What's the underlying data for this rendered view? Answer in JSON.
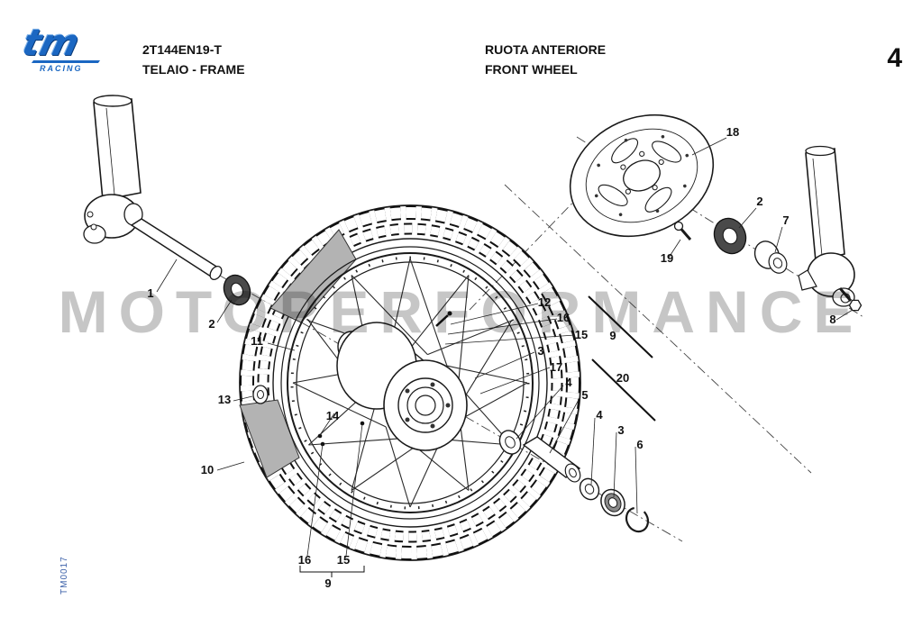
{
  "header": {
    "logo_text": "tm",
    "logo_sub": "RACING",
    "doc_code": "2T144EN19-T",
    "section": "TELAIO - FRAME",
    "title_primary": "RUOTA ANTERIORE",
    "title_secondary": "FRONT WHEEL",
    "page_number": "4"
  },
  "watermark": "MOTOPERFORMANCE",
  "drawing_ref": "TM0017",
  "colors": {
    "logo_blue": "#1b67c2",
    "line_black": "#1a1a1a",
    "watermark_gray": "#c6c6c6",
    "ref_blue": "#3a5fa8",
    "patch_gray": "#b3b3b3"
  },
  "diagram": {
    "description": "Exploded parts view of motorcycle front wheel assembly",
    "callouts": [
      {
        "id": "c1",
        "label": "1"
      },
      {
        "id": "c2",
        "label": "2"
      },
      {
        "id": "c3",
        "label": "11"
      },
      {
        "id": "c4",
        "label": "13"
      },
      {
        "id": "c5",
        "label": "14"
      },
      {
        "id": "c6",
        "label": "10"
      },
      {
        "id": "c7",
        "label": "16"
      },
      {
        "id": "c8",
        "label": "15"
      },
      {
        "id": "c9",
        "label": "9"
      },
      {
        "id": "c10",
        "label": "12"
      },
      {
        "id": "c11",
        "label": "16"
      },
      {
        "id": "c12",
        "label": "15"
      },
      {
        "id": "c13",
        "label": "9"
      },
      {
        "id": "c14",
        "label": "3"
      },
      {
        "id": "c15",
        "label": "17"
      },
      {
        "id": "c16",
        "label": "20"
      },
      {
        "id": "c17",
        "label": "4"
      },
      {
        "id": "c18",
        "label": "5"
      },
      {
        "id": "c19",
        "label": "4"
      },
      {
        "id": "c20",
        "label": "3"
      },
      {
        "id": "c21",
        "label": "6"
      },
      {
        "id": "c22",
        "label": "18"
      },
      {
        "id": "c23",
        "label": "19"
      },
      {
        "id": "c24",
        "label": "2"
      },
      {
        "id": "c25",
        "label": "7"
      },
      {
        "id": "c26",
        "label": "8"
      }
    ]
  }
}
